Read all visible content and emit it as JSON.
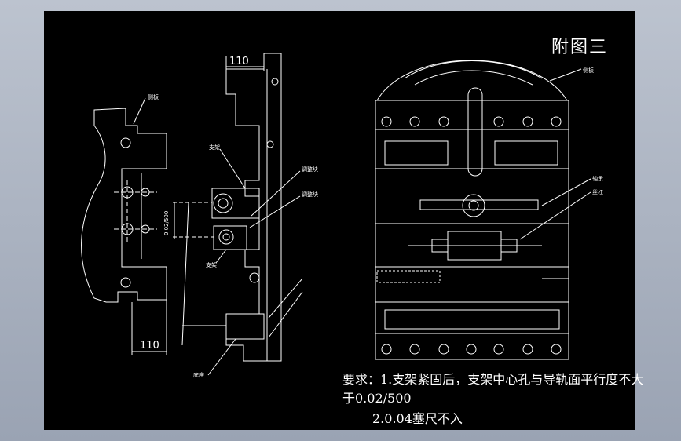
{
  "drawing": {
    "title": "附图三",
    "dimension_top": "110",
    "dimension_bottom": "110",
    "requirements": {
      "line1": "要求：1.支架紧固后，支架中心孔与导轨面平行度不大",
      "line2": "于0.02/500",
      "line3": "2.0.04塞尺不入"
    },
    "left_labels": {
      "plate": "侧板",
      "bracket_upper": "支架",
      "bracket_lower": "支架",
      "adj_block_1": "调整块",
      "adj_block_2": "调整块",
      "base": "底座",
      "vertical_dim": "0.02/500"
    },
    "right_labels": {
      "top": "侧板",
      "mid1": "轴承",
      "mid2": "丝杠"
    }
  }
}
